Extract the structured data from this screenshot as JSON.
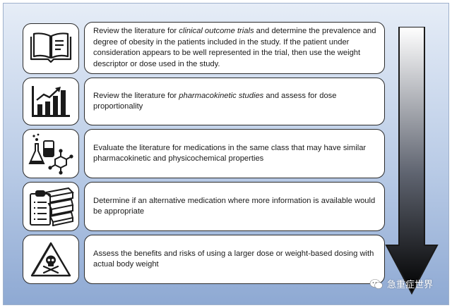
{
  "steps": [
    {
      "icon": "open-book-icon",
      "text_before": "Review the literature for ",
      "text_emph": "clinical outcome trials",
      "text_after": " and determine the prevalence and degree of obesity in the patients included in the study.  If the patient under consideration appears to be well represented in the trial, then use the weight descriptor or dose used in the study."
    },
    {
      "icon": "bar-chart-trend-icon",
      "text_before": "Review the literature for ",
      "text_emph": "pharmacokinetic studies",
      "text_after": " and assess for dose proportionality"
    },
    {
      "icon": "chemistry-flask-molecule-icon",
      "text_before": "Evaluate the literature for medications in the same class that may have similar pharmacokinetic and physicochemical properties",
      "text_emph": "",
      "text_after": ""
    },
    {
      "icon": "clipboard-books-icon",
      "text_before": "Determine if an alternative medication where more information is available would be appropriate",
      "text_emph": "",
      "text_after": ""
    },
    {
      "icon": "skull-warning-icon",
      "text_before": "Assess the benefits and risks of using a larger dose or weight-based dosing with actual body weight",
      "text_emph": "",
      "text_after": ""
    }
  ],
  "watermark": "急重症世界",
  "colors": {
    "arrow_top": "#ffffff",
    "arrow_bottom": "#000000",
    "border": "#2b2b2b",
    "background_top": "#e6edf7",
    "background_bottom": "#8ea9d3"
  }
}
